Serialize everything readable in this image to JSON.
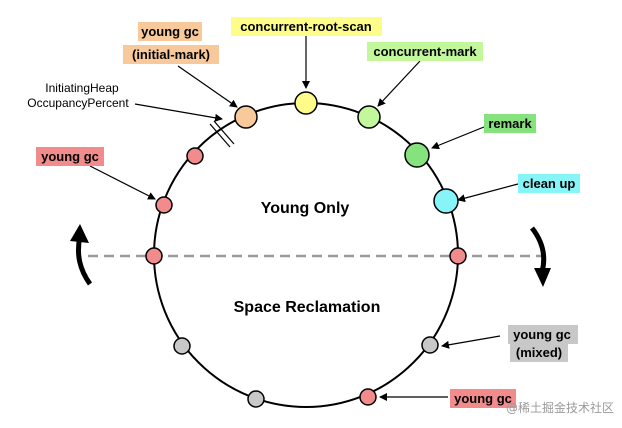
{
  "labels": {
    "young_gc_initial": "young gc",
    "initial_mark": "(initial-mark)",
    "concurrent_root_scan": "concurrent-root-scan",
    "concurrent_mark": "concurrent-mark",
    "remark": "remark",
    "clean_up": "clean up",
    "ihop_line1": "InitiatingHeap",
    "ihop_line2": "OccupancyPercent",
    "young_gc_left": "young gc",
    "young_only": "Young Only",
    "space_reclamation": "Space Reclamation",
    "young_gc_mixed": "young gc",
    "mixed": "(mixed)",
    "young_gc_bottom": "young gc",
    "watermark": "@稀土掘金技术社区"
  },
  "colors": {
    "orange": "#f7c99b",
    "yellow": "#fffd8a",
    "green_light": "#c2f79b",
    "green": "#86e27c",
    "cyan": "#87f4f8",
    "red": "#f28b8b",
    "gray": "#c8c8c8",
    "dashed_line": "#9a9a9a"
  }
}
